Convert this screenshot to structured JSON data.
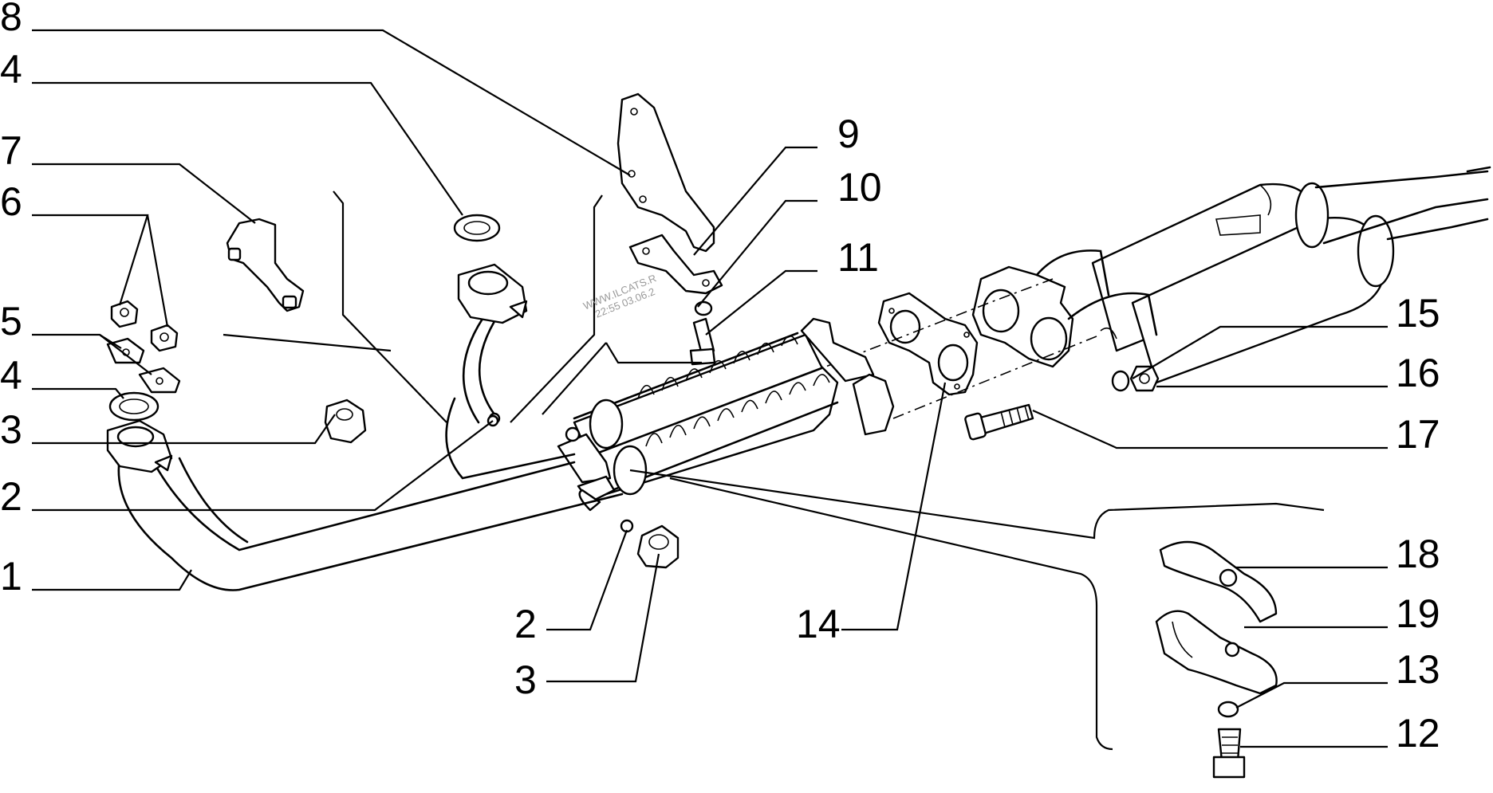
{
  "diagram": {
    "callouts": [
      "8",
      "4",
      "7",
      "6",
      "5",
      "4",
      "3",
      "2",
      "1",
      "9",
      "10",
      "11",
      "15",
      "16",
      "17",
      "18",
      "19",
      "13",
      "12",
      "14",
      "2",
      "3"
    ],
    "watermark": [
      "WWW.ILCATS.R",
      "22:55 03.06.2"
    ]
  }
}
